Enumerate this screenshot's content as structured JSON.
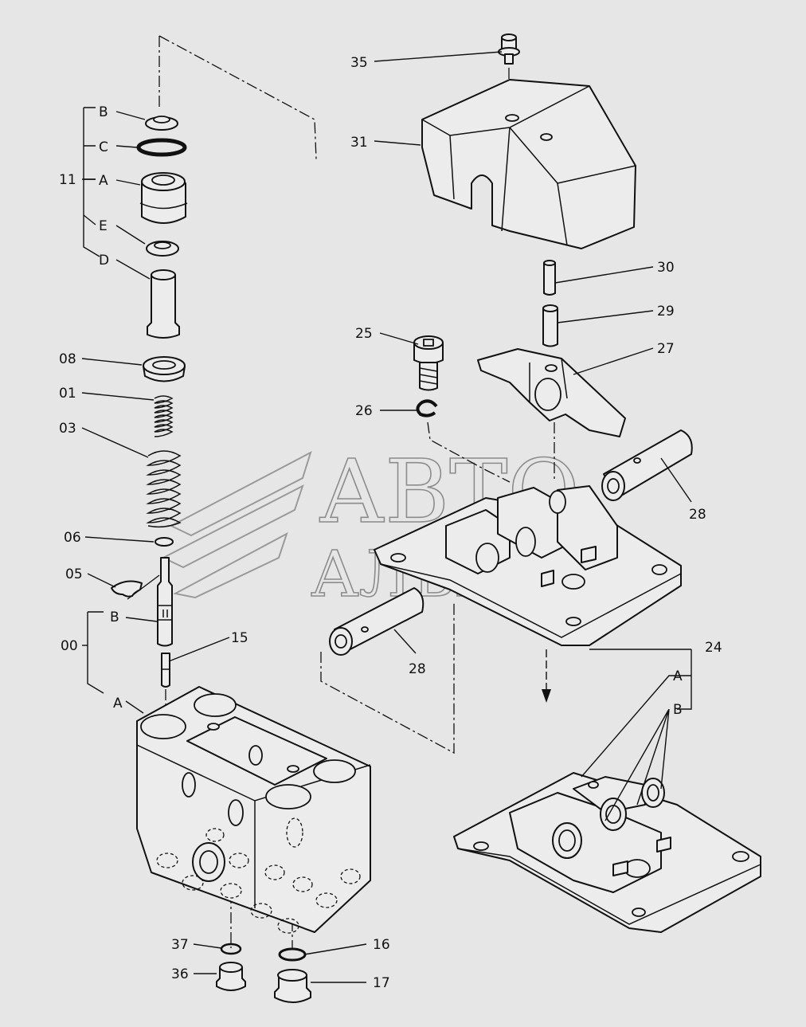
{
  "watermark": {
    "line1": "АВТО",
    "line2": "АЛЬЯНС"
  },
  "labels": {
    "l_35": "35",
    "l_31": "31",
    "l_30": "30",
    "l_29": "29",
    "l_27": "27",
    "l_25": "25",
    "l_26": "26",
    "l_28a": "28",
    "l_28b": "28",
    "l_24": "24",
    "l_24A": "A",
    "l_24B": "B",
    "l_11": "11",
    "l_11B": "B",
    "l_11C": "C",
    "l_11A": "A",
    "l_11E": "E",
    "l_11D": "D",
    "l_08": "08",
    "l_01": "01",
    "l_03": "03",
    "l_06": "06",
    "l_05": "05",
    "l_00": "00",
    "l_00B": "B",
    "l_00A": "A",
    "l_15": "15",
    "l_37": "37",
    "l_36": "36",
    "l_16": "16",
    "l_17": "17"
  }
}
